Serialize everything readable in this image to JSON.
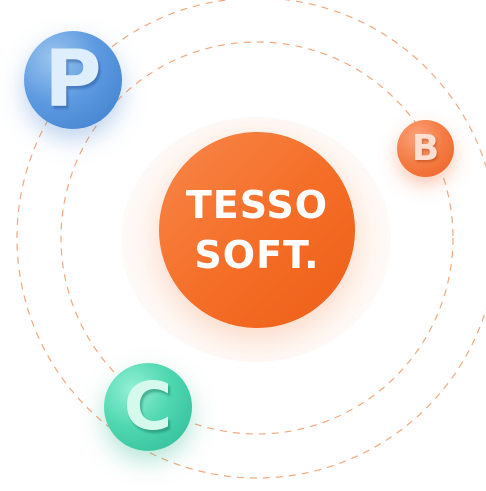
{
  "logo": {
    "line1": "TESSO",
    "line2": "SOFT."
  },
  "planets": {
    "p": {
      "letter": "P",
      "color": "#4a8bd6"
    },
    "b": {
      "letter": "B",
      "color": "#f06a2c"
    },
    "c": {
      "letter": "C",
      "color": "#3ccaa2"
    }
  },
  "colors": {
    "core_orange": "#f46d26",
    "orbit_dash": "#f2a97e",
    "halo": "#fdf0e8"
  }
}
